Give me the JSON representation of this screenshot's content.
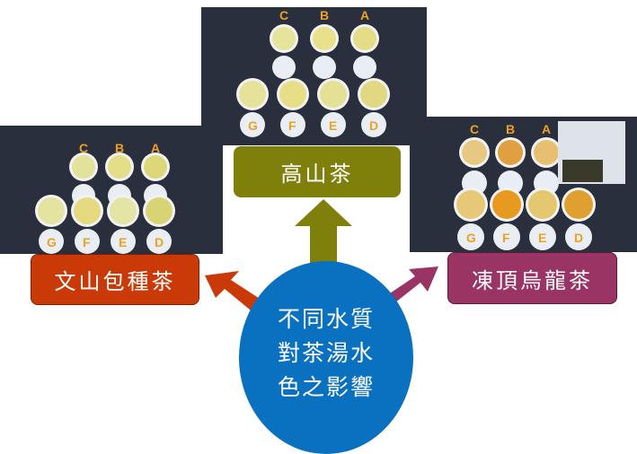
{
  "photos": {
    "top_row_labels": [
      "C",
      "B",
      "A"
    ],
    "bottom_row_labels": [
      "G",
      "F",
      "E",
      "D"
    ]
  },
  "categories": {
    "center": "高山茶",
    "left": "文山包種茶",
    "right": "凍頂烏龍茶"
  },
  "hub": {
    "line1": "不同水質",
    "line2": "對茶湯水",
    "line3": "色之影響"
  },
  "colors": {
    "center": "#7f7f0c",
    "left": "#c93a08",
    "right": "#9a3464",
    "hub": "#0a70c0"
  }
}
